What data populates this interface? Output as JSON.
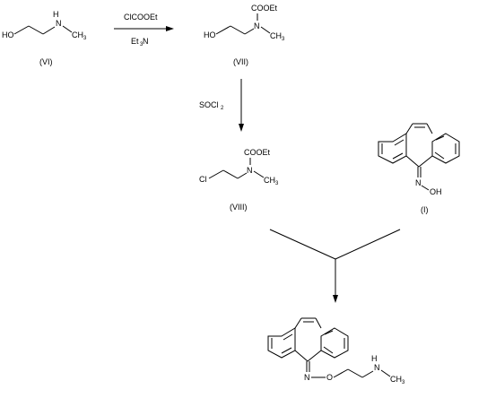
{
  "labels": {
    "vi": "(VI)",
    "vii": "(VII)",
    "viii": "(VIII)",
    "i": "(I)"
  },
  "reagents": {
    "step1_top": "ClCOOEt",
    "step1_bottom_main": "Et",
    "step1_bottom_sub": "3",
    "step1_bottom_end": "N",
    "step2_main": "SOCl",
    "step2_sub": "2"
  },
  "atoms": {
    "ho": "HO",
    "nh": "H",
    "n": "N",
    "ch": "CH",
    "three": "3",
    "cooet": "COOEt",
    "cl": "Cl",
    "o": "O",
    "oh": "OH"
  }
}
